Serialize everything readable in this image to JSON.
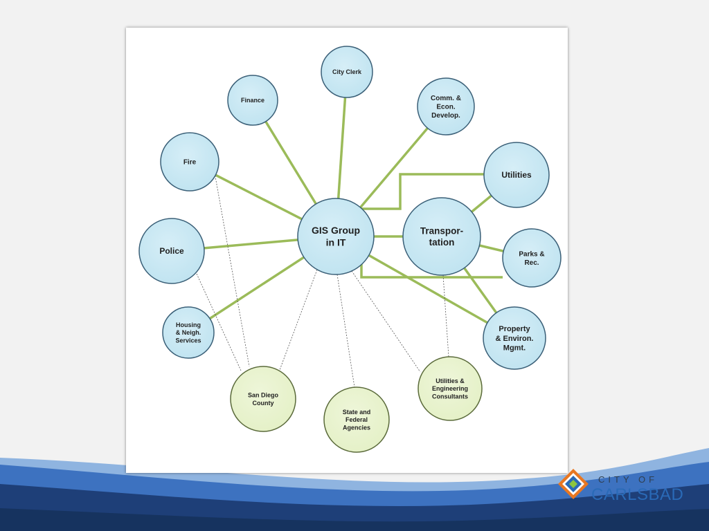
{
  "diagram": {
    "nodes": [
      {
        "id": "city-clerk",
        "lines": [
          "City Clerk"
        ],
        "kind": "dept"
      },
      {
        "id": "finance",
        "lines": [
          "Finance"
        ],
        "kind": "dept"
      },
      {
        "id": "comm-econ",
        "lines": [
          "Comm. &",
          "Econ.",
          "Develop."
        ],
        "kind": "dept"
      },
      {
        "id": "fire",
        "lines": [
          "Fire"
        ],
        "kind": "dept"
      },
      {
        "id": "utilities",
        "lines": [
          "Utilities"
        ],
        "kind": "dept"
      },
      {
        "id": "gis",
        "lines": [
          "GIS Group",
          "in IT"
        ],
        "kind": "hub"
      },
      {
        "id": "transportation",
        "lines": [
          "Transpor-",
          "tation"
        ],
        "kind": "hub"
      },
      {
        "id": "police",
        "lines": [
          "Police"
        ],
        "kind": "dept"
      },
      {
        "id": "parks",
        "lines": [
          "Parks &",
          "Rec."
        ],
        "kind": "dept"
      },
      {
        "id": "housing",
        "lines": [
          "Housing",
          "& Neigh.",
          "Services"
        ],
        "kind": "dept"
      },
      {
        "id": "property",
        "lines": [
          "Property",
          "& Environ.",
          "Mgmt."
        ],
        "kind": "dept"
      },
      {
        "id": "san-diego",
        "lines": [
          "San Diego",
          "County"
        ],
        "kind": "external"
      },
      {
        "id": "consultants",
        "lines": [
          "Utilities &",
          "Engineering",
          "Consultants"
        ],
        "kind": "external"
      },
      {
        "id": "state-federal",
        "lines": [
          "State and",
          "Federal",
          "Agencies"
        ],
        "kind": "external"
      }
    ],
    "solid_links": [
      [
        "gis",
        "city-clerk"
      ],
      [
        "gis",
        "finance"
      ],
      [
        "gis",
        "comm-econ"
      ],
      [
        "gis",
        "fire"
      ],
      [
        "gis",
        "police"
      ],
      [
        "gis",
        "housing"
      ],
      [
        "gis",
        "transportation"
      ],
      [
        "gis",
        "utilities"
      ],
      [
        "gis",
        "parks"
      ],
      [
        "gis",
        "property"
      ],
      [
        "transportation",
        "utilities"
      ],
      [
        "transportation",
        "parks"
      ],
      [
        "transportation",
        "property"
      ]
    ],
    "dashed_links": [
      [
        "fire",
        "san-diego"
      ],
      [
        "police",
        "san-diego"
      ],
      [
        "gis",
        "san-diego"
      ],
      [
        "gis",
        "state-federal"
      ],
      [
        "gis",
        "consultants"
      ],
      [
        "transportation",
        "consultants"
      ]
    ]
  },
  "logo": {
    "top_text": "CITY OF",
    "main_text": "CARLSBAD"
  },
  "colors": {
    "dept_fill": "#bfe3f0",
    "external_fill": "#e4f0c6",
    "link_green": "#9bbb59",
    "wave_dark": "#1e3f78",
    "wave_mid": "#3d72c0",
    "wave_light": "#8fb4e0"
  }
}
